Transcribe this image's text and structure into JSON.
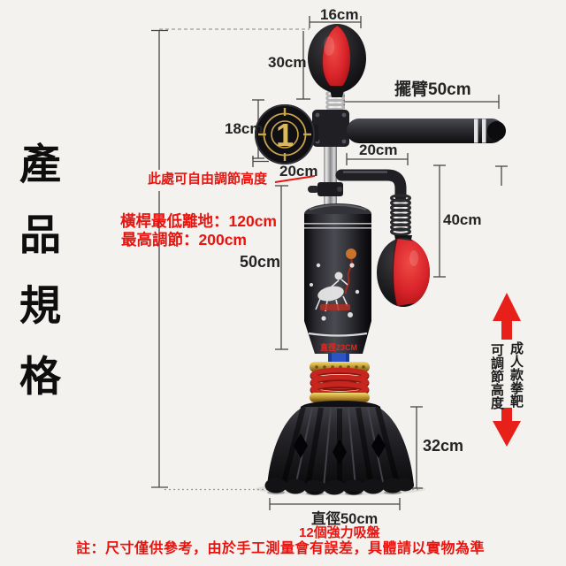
{
  "title": {
    "text": "產品規格",
    "chars": [
      "產",
      "品",
      "規",
      "格"
    ]
  },
  "annotations": {
    "ball_width": "16cm",
    "ball_height": "30cm",
    "swing_arm": "擺臂50cm",
    "disc_diameter": "18cm",
    "disc_offset": "20cm",
    "arm_offset": "20cm",
    "hang_height": "40cm",
    "tank_height": "50cm",
    "base_height": "32cm",
    "base_diameter": "直徑50cm",
    "free_adjust": "此處可自由調節高度",
    "bar_min_height": "橫桿最低離地：120cm",
    "bar_max_height": "最高調節：200cm",
    "suction_cups": "12個強力吸盤",
    "adult_target": "成人款拳靶",
    "adjustable_height": "可調節高度",
    "footnote": "註：尺寸僅供參考，由於手工測量會有誤差，具體請以實物為準"
  },
  "product": {
    "disc_number": "1",
    "tank_diameter_label": "直徑23CM"
  },
  "colors": {
    "background": "#f3f2ef",
    "annotation_red": "#e8140f",
    "ball_red": "#d8232a",
    "gold": "#c8a54b",
    "spring_red": "#c6261d",
    "product_black": "#141416"
  }
}
